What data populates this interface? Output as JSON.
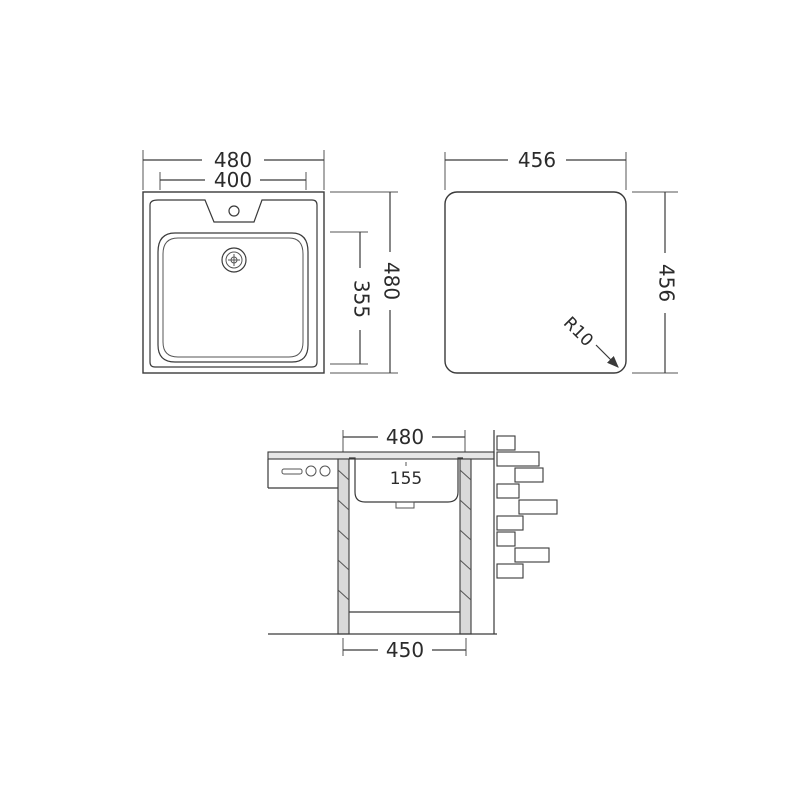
{
  "top_view": {
    "width_outer": "480",
    "width_inner": "400",
    "height_outer": "480",
    "height_inner": "355"
  },
  "cutout_view": {
    "width": "456",
    "height": "456",
    "corner_radius": "R10"
  },
  "section_view": {
    "width_top": "480",
    "depth": "155",
    "width_bottom": "450"
  }
}
